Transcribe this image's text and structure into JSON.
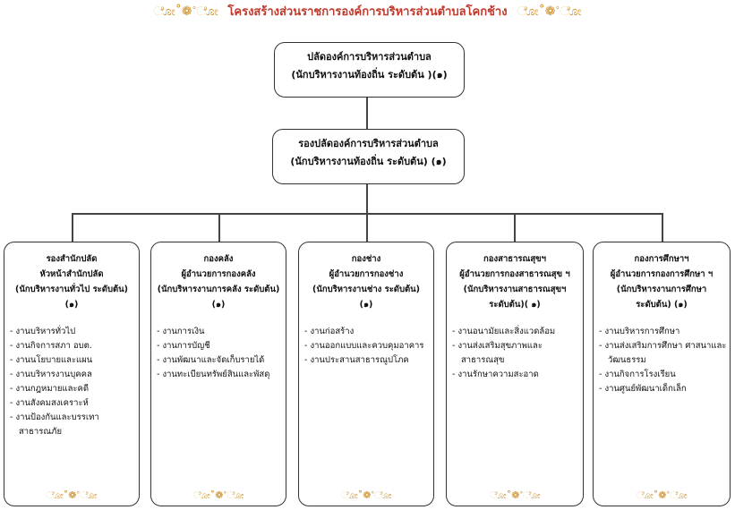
{
  "title": "โครงสร้างส่วนราชการองค์การบริหารส่วนตำบลโคกช้าง",
  "ornament": "ೋ˚❁˚ೋ",
  "top": {
    "line1": "ปลัดองค์การบริหารส่วนตำบล",
    "line2": "(นักบริหารงานท้องถิ่น ระดับต้น )(๑)"
  },
  "deputy": {
    "line1": "รองปลัดองค์การบริหารส่วนตำบล",
    "line2": "(นักบริหารงานท้องถิ่น ระดับต้น) (๑)"
  },
  "departments": [
    {
      "head": [
        "รองสำนักปลัด",
        "หัวหน้าสำนักปลัด",
        "(นักบริหารงานทั่วไป ระดับต้น)",
        "(๑)"
      ],
      "items": [
        "งานบริหารทั่วไป",
        "งานกิจการสภา อบต.",
        "งานนโยบายและแผน",
        "งานบริหารงานบุคคล",
        "งานกฎหมายและคดี",
        "งานสังคมสงเคราะห์",
        "งานป้องกันและบรรเทาสาธารณภัย"
      ]
    },
    {
      "head": [
        "กองคลัง",
        "ผู้อำนวยการกองคลัง",
        "(นักบริหารงานการคลัง ระดับต้น)",
        "(๑)"
      ],
      "items": [
        "งานการเงิน",
        "งานการบัญชี",
        "งานพัฒนาและจัดเก็บรายได้",
        "งานทะเบียนทรัพย์สินและพัสดุ"
      ]
    },
    {
      "head": [
        "กองช่าง",
        "ผู้อำนวยการกองช่าง",
        "(นักบริหารงานช่าง ระดับต้น)",
        "(๑)"
      ],
      "items": [
        "งานก่อสร้าง",
        "งานออกแบบและควบคุมอาคาร",
        "งานประสานสาธารณูปโภค"
      ]
    },
    {
      "head": [
        "กองสาธารณสุขฯ",
        "ผู้อำนวยการกองสาธารณสุข ฯ",
        "(นักบริหารงานสาธารณสุขฯ",
        "ระดับต้น)( ๑)"
      ],
      "items": [
        "งานอนามัยและสิ่งแวดล้อม",
        "งานส่งเสริมสุขภาพและสาธารณสุข",
        "งานรักษาความสะอาด"
      ]
    },
    {
      "head": [
        "กองการศึกษาฯ",
        "ผู้อำนวยการกองการศึกษา ฯ",
        "(นักบริหารงานการศึกษา",
        "ระดับต้น) (๑)"
      ],
      "items": [
        "งานบริหารการศึกษา",
        "งานส่งเสริมการศึกษา ศาสนาและวัฒนธรรม",
        "งานกิจการโรงเรียน",
        "งานศูนย์พัฒนาเด็กเล็ก"
      ]
    }
  ]
}
